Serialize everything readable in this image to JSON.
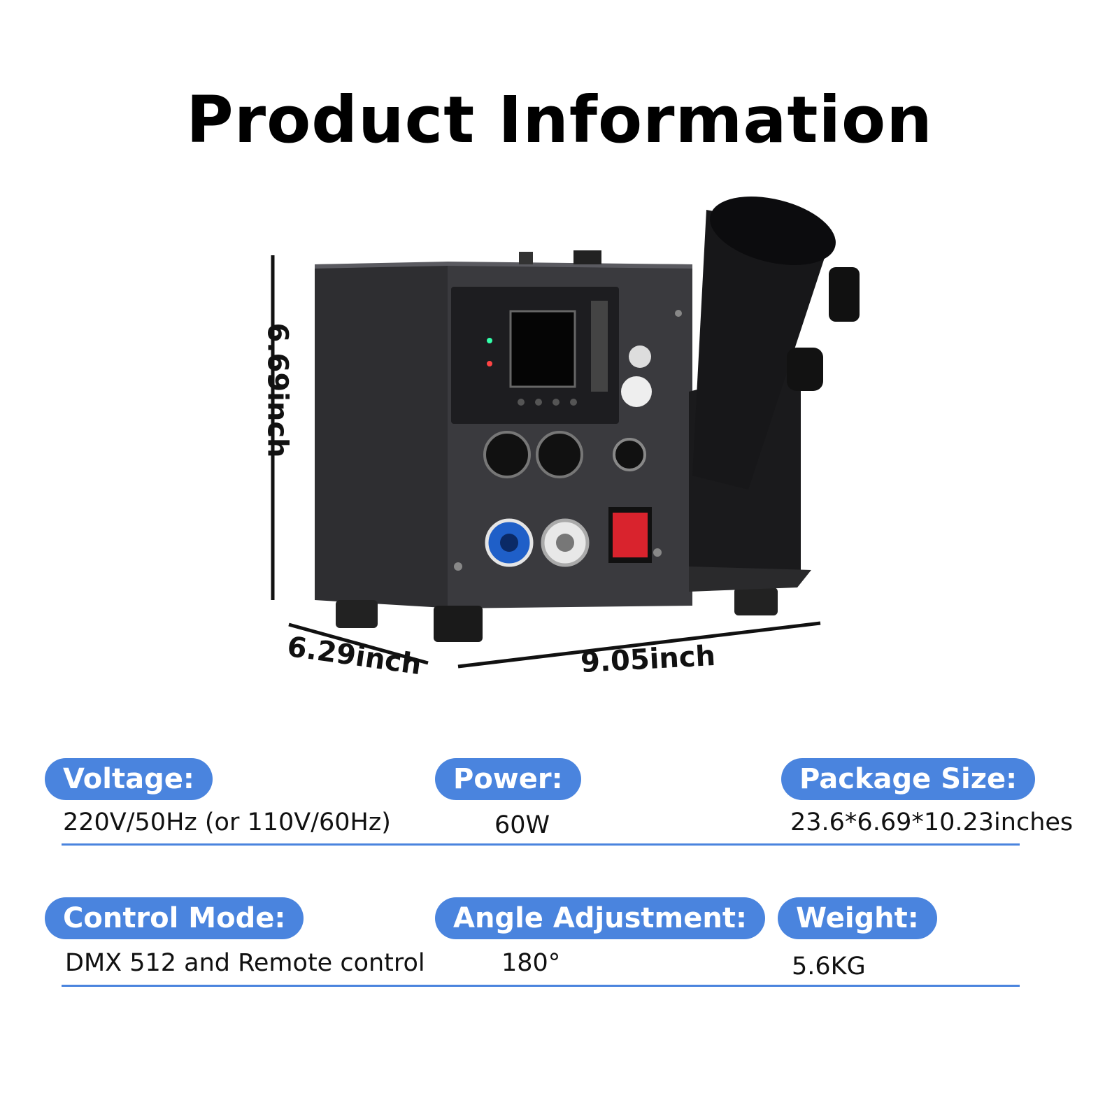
{
  "title": "Product Information",
  "dimensions": {
    "height": "6.69inch",
    "depth": "6.29inch",
    "width": "9.05inch"
  },
  "specs": [
    {
      "label": "Voltage:",
      "value": "220V/50Hz (or 110V/60Hz)"
    },
    {
      "label": "Power:",
      "value": "60W"
    },
    {
      "label": "Package Size:",
      "value": "23.6*6.69*10.23inches"
    },
    {
      "label": "Control Mode:",
      "value": "DMX 512 and Remote control"
    },
    {
      "label": "Angle Adjustment:",
      "value": "180°"
    },
    {
      "label": "Weight:",
      "value": "5.6KG"
    }
  ],
  "colors": {
    "tag": "#4a84de",
    "device_body": "#2b2b2e",
    "switch": "#d9232d",
    "power_in": "#1f5fc8"
  }
}
